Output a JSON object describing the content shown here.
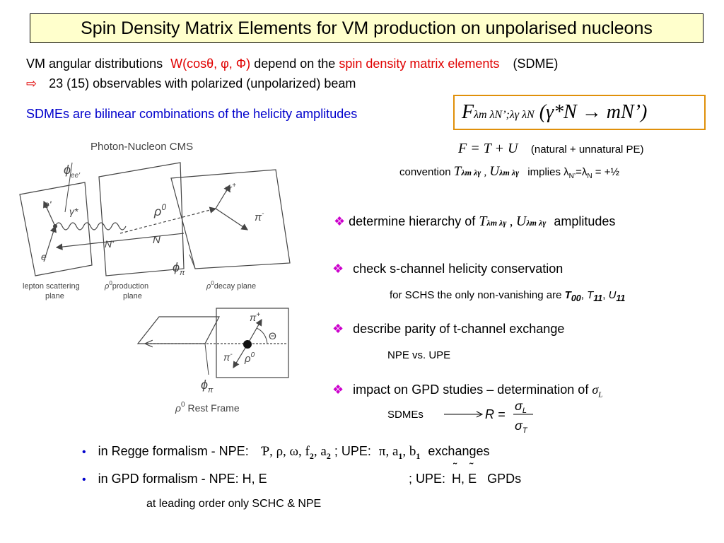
{
  "title": "Spin Density Matrix Elements for VM production on unpolarised nucleons",
  "intro": {
    "line1_a": "VM angular distributions",
    "line1_func": "W(cosθ, φ, Φ)",
    "line1_b": "depend on the",
    "line1_red": "spin density matrix elements",
    "line1_c": "(SDME)",
    "arrow": "⇨",
    "line2": "23 (15) observables with polarized (unpolarized) beam",
    "blue_line": "SDMEs are bilinear combinations of the helicity amplitudes"
  },
  "formula": {
    "F": "F",
    "sub": "λm λN’;λγ λN",
    "rest": "(γ*N → mN’)"
  },
  "decomposition": {
    "eq": "F = T + U",
    "note": "(natural + unnatural PE)",
    "conv_a": "convention",
    "T": "T",
    "U": "U",
    "sub": "λm λγ",
    "comma": ",",
    "implies": "implies λ",
    "sub_n1": "N’",
    "eq_mid": "=λ",
    "sub_n2": "N",
    "tail": "= +½"
  },
  "diagram": {
    "header": "Photon-Nucleon CMS",
    "phi_ee": "ϕ",
    "phi_ee_sub": "ee'",
    "e_prime": "e'",
    "gamma": "γ*",
    "e": "e",
    "rho": "ρ",
    "rho_sup": "0",
    "N": "N",
    "N_prime": "N'",
    "pi_plus": "π",
    "pi_plus_sup": "+",
    "pi_minus": "π",
    "pi_minus_sup": "-",
    "phi_pi": "ϕ",
    "phi_pi_sub": "π",
    "label_lepton_1": "lepton scattering",
    "label_lepton_2": "plane",
    "label_prod_1": "ρ",
    "label_prod_1_sup": "0",
    "label_prod_1b": "production",
    "label_prod_2": "plane",
    "label_decay": "ρ",
    "label_decay_sup": "0",
    "label_decay_b": "decay plane",
    "theta": "Θ",
    "rest_frame": "ρ",
    "rest_frame_sup": "0",
    "rest_frame_b": " Rest Frame"
  },
  "bullets": {
    "b1_a": "determine hierarchy of",
    "b1_T": "T",
    "b1_U": "U",
    "b1_sub": "λm λγ",
    "b1_sep": " , ",
    "b1_b": "amplitudes",
    "b2": "check s-channel helicity conservation",
    "b2_note_a": "for SCHS the only non-vanishing are",
    "b2_T00": "T",
    "b2_T00_sub": "00",
    "b2_T11": "T",
    "b2_T11_sub": "11",
    "b2_U11": "U",
    "b2_U11_sub": "11",
    "b3": "describe parity of  t-channel exchange",
    "b3_note": "NPE vs. UPE",
    "b4_a": "impact on GPD studies – determination of",
    "b4_sigma": "σ",
    "b4_sigma_sub": "L",
    "b4_note": "SDMEs",
    "R": "R =",
    "frac_num": "σ",
    "frac_num_sub": "L",
    "frac_den": "σ",
    "frac_den_sub": "T"
  },
  "bottom": {
    "l1_a": "in Regge formalism -  NPE:",
    "l1_b": "Ƥ, ρ, ω, f",
    "l1_b_sub": "2",
    "l1_c": ", a",
    "l1_c_sub": "2",
    "l1_d": " ;  UPE:",
    "l1_e": "π, a",
    "l1_e_sub": "1",
    "l1_f": ", b",
    "l1_f_sub": "1",
    "l1_g": "exchanges",
    "l2_a": "in GPD formalism    -  NPE:   H, E",
    "l2_b": ";  UPE:",
    "l2_H": "H",
    "l2_sep": ",",
    "l2_E": "E",
    "l2_c": "GPDs",
    "l3": "at leading order only SCHC & NPE"
  }
}
